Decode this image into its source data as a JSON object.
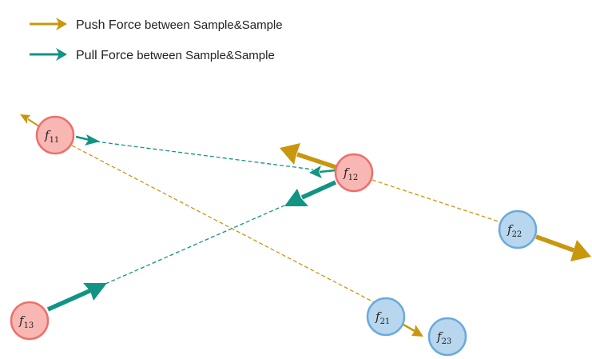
{
  "legend": {
    "push": {
      "main": "Push Force",
      "rest": " between Sample&Sample"
    },
    "pull": {
      "main": "Pull Force",
      "rest": " between Sample&Sample"
    }
  },
  "colors": {
    "push": "#c9970e",
    "pull": "#119484",
    "red_fill": "#f9b7b4",
    "red_stroke": "#ee6f6a",
    "blue_fill": "#b8d6ee",
    "blue_stroke": "#6aaadb"
  },
  "nodes": {
    "f11": {
      "base": "f",
      "sub": "11"
    },
    "f12": {
      "base": "f",
      "sub": "12"
    },
    "f13": {
      "base": "f",
      "sub": "13"
    },
    "f21": {
      "base": "f",
      "sub": "21"
    },
    "f22": {
      "base": "f",
      "sub": "22"
    },
    "f23": {
      "base": "f",
      "sub": "23"
    }
  }
}
